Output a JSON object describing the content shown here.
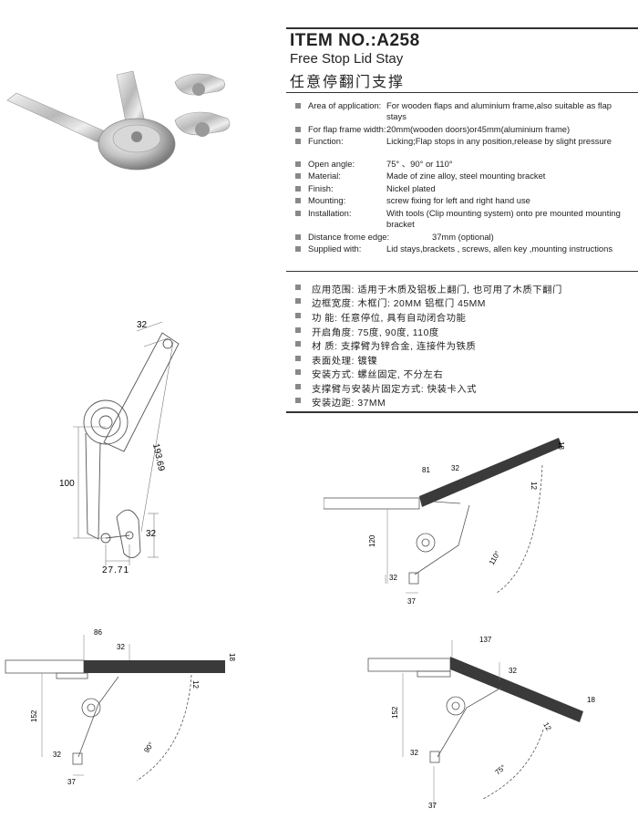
{
  "header": {
    "title": "ITEM NO.:A258",
    "subtitle": "Free Stop Lid Stay",
    "subtitle_cn": "任意停翻门支撑"
  },
  "specs_en": [
    {
      "label": "Area of application:",
      "value": "For wooden flaps and aluminium frame,also suitable as flap stays"
    },
    {
      "label": "For flap frame width:",
      "value": "20mm(wooden doors)or45mm(aluminium frame)"
    },
    {
      "label": "Function:",
      "value": "Licking;Flap stops in any position,release by slight pressure"
    },
    {
      "label": "Open angle:",
      "value": "75° 、90° or 110°"
    },
    {
      "label": "Material:",
      "value": "Made of zine alloy, steel mounting bracket"
    },
    {
      "label": "Finish:",
      "value": "Nickel plated"
    },
    {
      "label": "Mounting:",
      "value": "screw fixing for left and right hand use"
    },
    {
      "label": "Installation:",
      "value": "With tools (Clip mounting system) onto pre mounted mounting bracket"
    },
    {
      "label": "Distance frome edge:",
      "value": "37mm (optional)"
    },
    {
      "label": "Supplied with:",
      "value": "Lid stays,brackets , screws, allen key ,mounting instructions"
    }
  ],
  "specs_cn": [
    "应用范围: 适用于木质及铝板上翻门, 也可用了木质下翻门",
    "边框宽度: 木框门: 20MM  铝框门 45MM",
    "功    能: 任意停位, 具有自动闭合功能",
    "开启角度: 75度, 90度, 110度",
    "材    质: 支撑臂为锌合金, 连接件为铁质",
    "表面处理: 镀镍",
    "安装方式: 螺丝固定, 不分左右",
    "支撑臂与安装片固定方式: 快装卡入式",
    "安装边距: 37MM"
  ],
  "drawing_main": {
    "d_top": "32",
    "d_diag": "193.69",
    "d_height": "100",
    "d_bracket": "32",
    "d_bottom": "27.71"
  },
  "drawing_110": {
    "d81": "81",
    "d32": "32",
    "d18": "18",
    "d12": "12",
    "d120": "120",
    "d32b": "32",
    "d37": "37",
    "angle": "110°"
  },
  "drawing_90": {
    "d86": "86",
    "d32": "32",
    "d18": "18",
    "d12": "12",
    "d152": "152",
    "d32b": "32",
    "d37": "37",
    "angle": "90°"
  },
  "drawing_75": {
    "d137": "137",
    "d32": "32",
    "d18": "18",
    "d12": "12",
    "d152": "152",
    "d32b": "32",
    "d37": "37",
    "angle": "75°"
  },
  "colors": {
    "text": "#222222",
    "rule": "#333333",
    "bullet": "#888888",
    "panel": "#3a3a3a",
    "line": "#555555"
  }
}
